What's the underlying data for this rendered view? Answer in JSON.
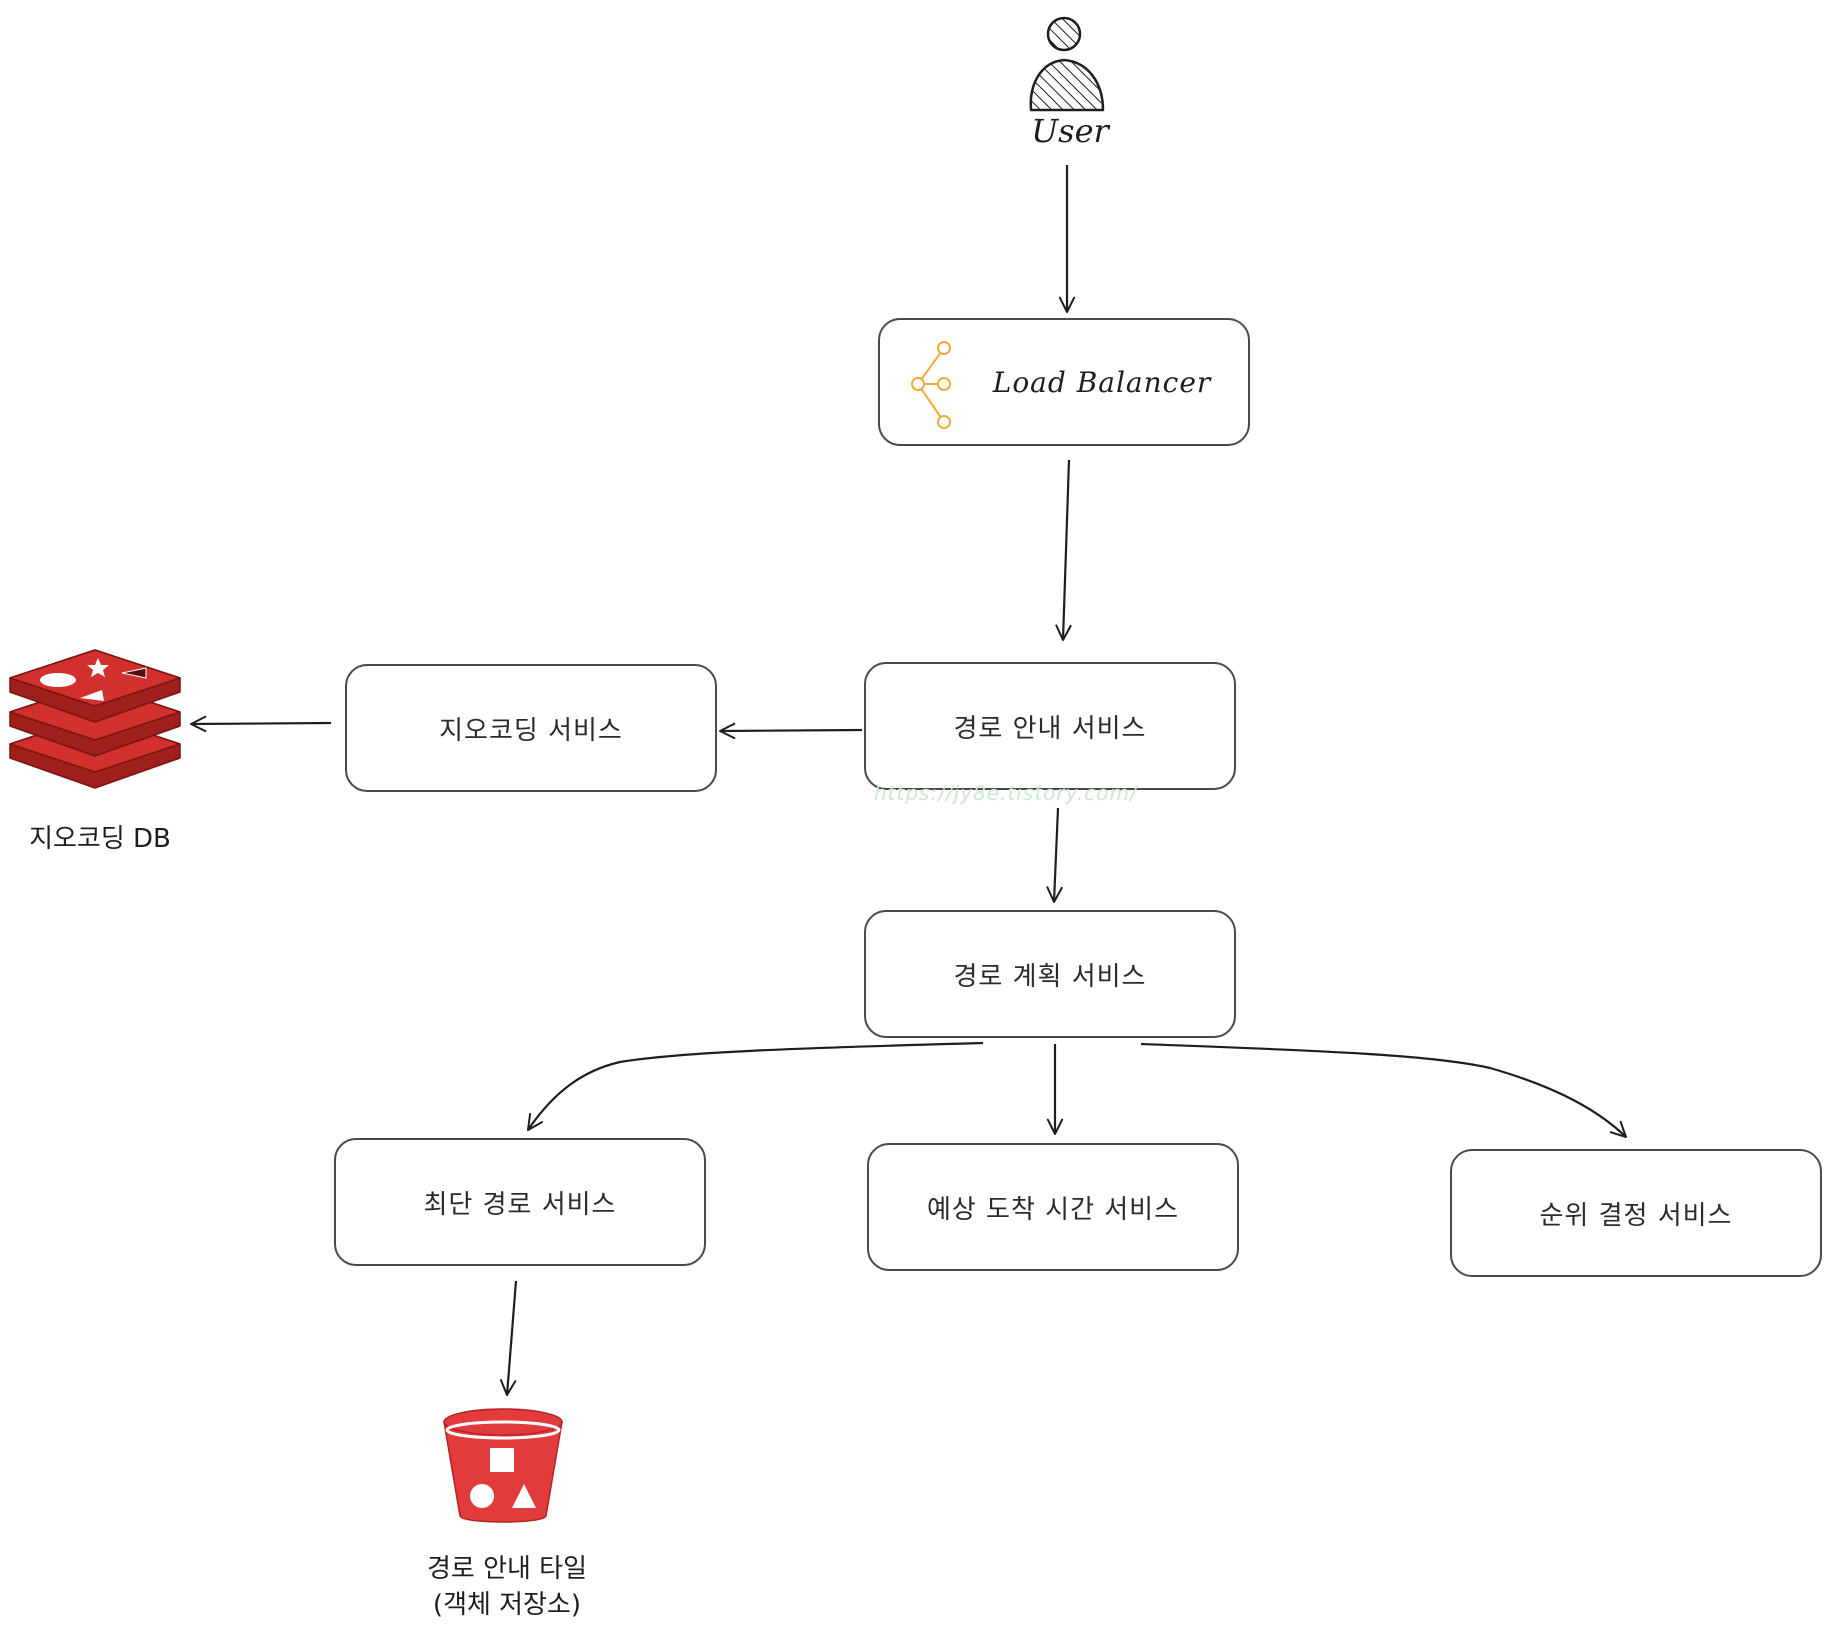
{
  "nodes": {
    "user": "User",
    "load_balancer": "Load Balancer",
    "route_guidance": "경로 안내 서비스",
    "geocoding_service": "지오코딩 서비스",
    "geocoding_db": "지오코딩 DB",
    "route_planning": "경로 계획 서비스",
    "shortest_path": "최단 경로 서비스",
    "eta_service": "예상 도착 시간 서비스",
    "ranking_service": "순위 결정 서비스",
    "tiles_line1": "경로 안내 타일",
    "tiles_line2": "(객체 저장소)"
  },
  "watermark": "https://jy8e.tistory.com/",
  "colors": {
    "stroke": "#1e1e1e",
    "box_border": "#4a4a4a",
    "redis_red": "#d2302d",
    "bucket_red": "#e23b3b",
    "lb_orange": "#f4a93b"
  },
  "icons": [
    "user-icon",
    "load-balancer-icon",
    "redis-database-icon",
    "object-storage-bucket-icon"
  ]
}
